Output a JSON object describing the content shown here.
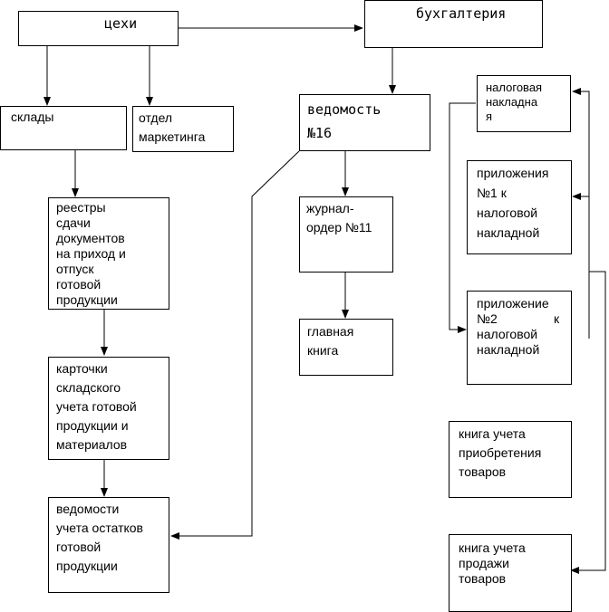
{
  "nodes": {
    "workshops": "цехи",
    "accounting": "бухгалтерия",
    "warehouses": "склады",
    "marketing": "отдел\nмаркетинга",
    "statement16": "ведомость\n№16",
    "invoice": "налоговая\nнакладна\nя",
    "registers": "реестры\nсдачи\nдокументов\nна приход и\nотпуск\nготовой\nпродукции",
    "journal11": "журнал-\nордер №11",
    "attachment1": "приложения\n№1 к\nналоговой\nнакладной",
    "general_ledger": "главная\nкнига",
    "attachment2_line1": "приложение\n№2",
    "attachment2_k": "к",
    "attachment2_line2": "налоговой\nнакладной",
    "cards": "карточки\nскладского\nучета готовой\nпродукции и\nматериалов",
    "purchases_book": "книга учета\nприобретения\nтоваров",
    "balances_statement": "ведомости\nучета остатков\nготовой\nпродукции",
    "sales_book": "книга учета\nпродажи\nтоваров"
  },
  "colors": {
    "line": "#000000",
    "box_border": "#000000",
    "background": "#ffffff"
  }
}
